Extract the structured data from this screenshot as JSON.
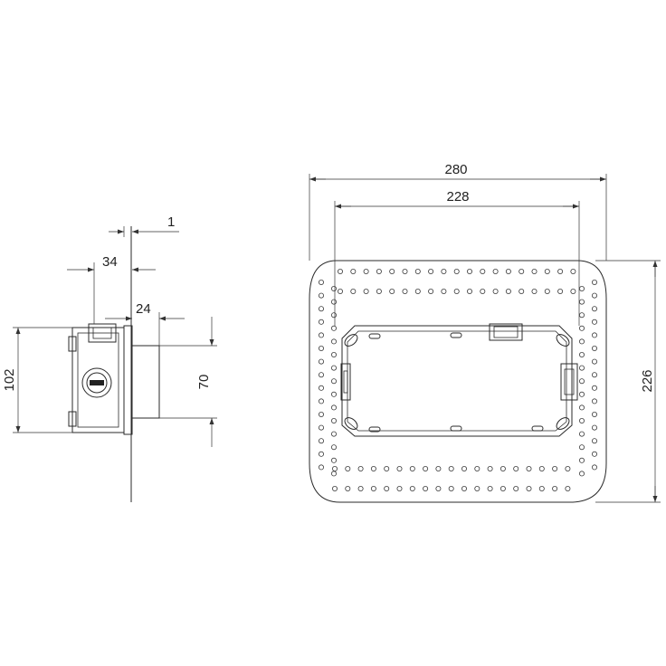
{
  "side_view": {
    "dimensions": {
      "offset_top": "1",
      "depth_34": "34",
      "depth_24": "24",
      "height_102": "102",
      "height_70": "70"
    }
  },
  "front_view": {
    "dimensions": {
      "width_outer": "280",
      "width_inner": "228",
      "height_outer": "226"
    }
  },
  "colors": {
    "line": "#2a2a2a",
    "background": "#ffffff"
  }
}
